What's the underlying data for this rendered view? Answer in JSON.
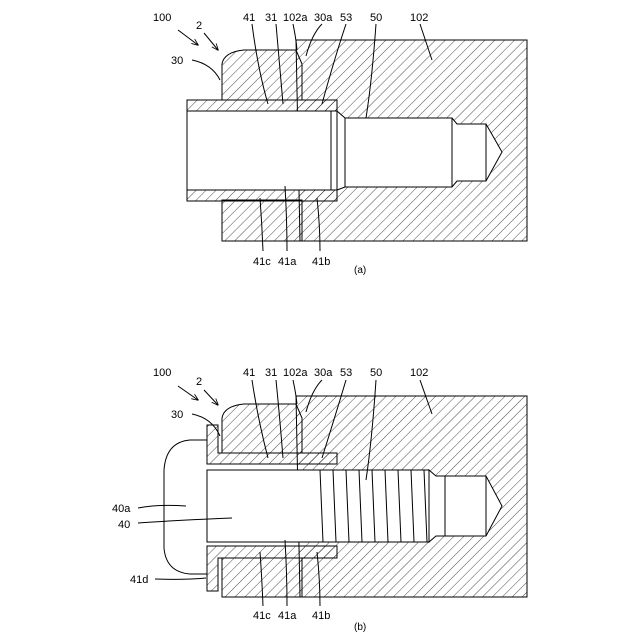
{
  "figures": [
    {
      "caption": "(a)",
      "labels": {
        "assembly": "100",
        "unit": "2",
        "collar": "30",
        "ring": "41",
        "ring_inner": "31",
        "surface_a": "102a",
        "collar_face": "30a",
        "gap": "53",
        "hole": "50",
        "base": "102",
        "ring_c": "41c",
        "ring_a": "41a",
        "ring_b": "41b"
      }
    },
    {
      "caption": "(b)",
      "labels": {
        "assembly": "100",
        "unit": "2",
        "collar": "30",
        "ring": "41",
        "ring_inner": "31",
        "surface_a": "102a",
        "collar_face": "30a",
        "gap": "53",
        "hole": "50",
        "base": "102",
        "bolt_head": "40a",
        "bolt": "40",
        "flange": "41d",
        "ring_c": "41c",
        "ring_a": "41a",
        "ring_b": "41b"
      }
    }
  ]
}
